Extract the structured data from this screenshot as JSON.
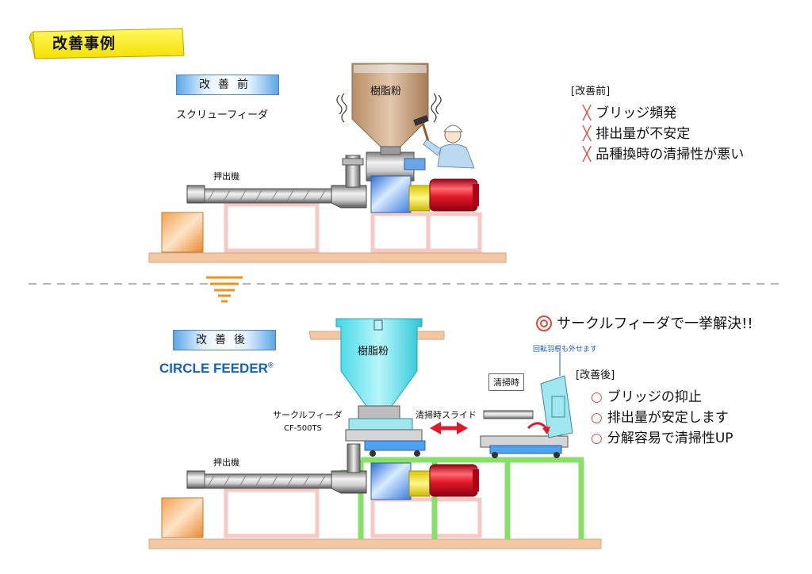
{
  "page_title": "改善事例",
  "before": {
    "label": "改善前",
    "feeder_name": "スクリューフィーダ",
    "hopper_label": "樹脂粉",
    "extruder_label": "押出機",
    "list_heading": "[改善前]",
    "problems": [
      "ブリッジ頻発",
      "排出量が不安定",
      "品種換時の清掃性が悪い"
    ]
  },
  "after": {
    "label": "改善後",
    "brand": "CIRCLE FEEDER",
    "brand_mark": "®",
    "hopper_label": "樹脂粉",
    "feeder_name": "サークルフィーダ",
    "model": "CF-500TS",
    "extruder_label": "押出機",
    "slide_label": "清掃時スライド",
    "cleaning_label": "清掃時",
    "blade_note": "回転羽根も外せます",
    "headline": "サークルフィーダで一挙解決!!",
    "list_heading": "[改善後]",
    "benefits": [
      "ブリッジの抑止",
      "排出量が安定します",
      "分解容易で清掃性UP"
    ]
  },
  "icons": {
    "problem_mark": "cross-mark-icon",
    "benefit_mark": "circle-mark-icon",
    "headline_mark": "double-circle-icon",
    "divider_arrow": "down-arrow-icon"
  },
  "colors": {
    "banner": "#fff200",
    "mark_red": "#e0483a",
    "frame_pink": "#f6c9c4",
    "frame_green": "#86e06a",
    "floor": "#f2c7a3",
    "hopper_before": "#c9a27d",
    "hopper_after": "#62e6f0",
    "motor_red": "#e2192b",
    "brand_blue": "#1560c4",
    "arrow_orange": "#f39018"
  }
}
